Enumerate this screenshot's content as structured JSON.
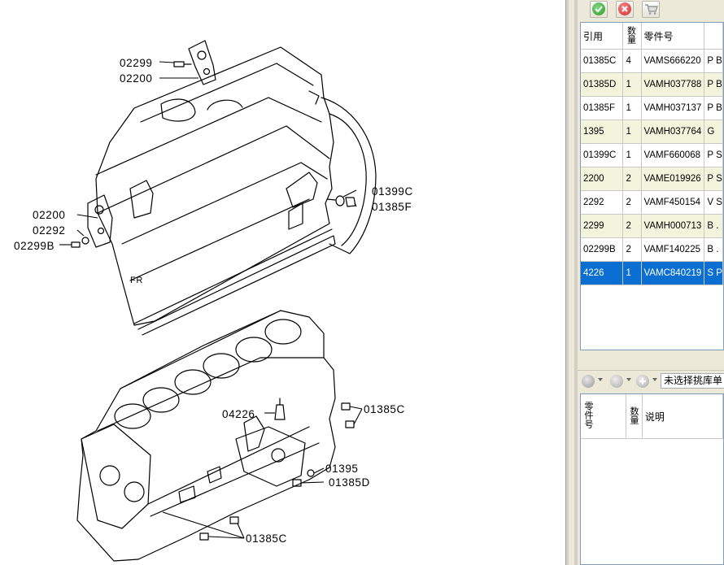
{
  "diagram": {
    "callouts": {
      "c02299_top": "02299",
      "c02200_top": "02200",
      "c01399C": "01399C",
      "c01385F": "01385F",
      "c02200_left": "02200",
      "c02292": "02292",
      "c02299B": "02299B",
      "fr": "FR",
      "c04226": "04226",
      "c01385C_right": "01385C",
      "c01395": "01395",
      "c01385D": "01385D",
      "c01385C_bottom": "01385C"
    }
  },
  "toolbar": {
    "confirm_icon": "check-icon",
    "cancel_icon": "close-icon",
    "cart_icon": "cart-icon"
  },
  "parts_table": {
    "headers": {
      "ref": "引用",
      "qty": "数量",
      "part_no": "零件号",
      "desc": ""
    },
    "rows": [
      {
        "ref": "01385C",
        "qty": "4",
        "part_no": "VAMS666220",
        "desc": "P B"
      },
      {
        "ref": "01385D",
        "qty": "1",
        "part_no": "VAMH037788",
        "desc": "P B"
      },
      {
        "ref": "01385F",
        "qty": "1",
        "part_no": "VAMH037137",
        "desc": "P B"
      },
      {
        "ref": "1395",
        "qty": "1",
        "part_no": "VAMH037764",
        "desc": "G"
      },
      {
        "ref": "01399C",
        "qty": "1",
        "part_no": "VAMF660068",
        "desc": "P S"
      },
      {
        "ref": "2200",
        "qty": "2",
        "part_no": "VAME019926",
        "desc": "P S"
      },
      {
        "ref": "2292",
        "qty": "2",
        "part_no": "VAMF450154",
        "desc": "V S"
      },
      {
        "ref": "2299",
        "qty": "2",
        "part_no": "VAMH000713",
        "desc": "B ."
      },
      {
        "ref": "02299B",
        "qty": "2",
        "part_no": "VAMF140225",
        "desc": "B ."
      },
      {
        "ref": "4226",
        "qty": "1",
        "part_no": "VAMC840219",
        "desc": "S P"
      }
    ],
    "selected_index": 9
  },
  "bottom_toolbar": {
    "dropdown_value": "未选择挑库单"
  },
  "pick_table": {
    "headers": {
      "part_no": "零件号",
      "qty": "数量",
      "desc": "说明"
    }
  },
  "colors": {
    "selected_row": "#0a6fd0",
    "alt_row": "#f4f4dd",
    "confirm_green": "#2e9a2e",
    "cancel_red": "#d8262b"
  }
}
